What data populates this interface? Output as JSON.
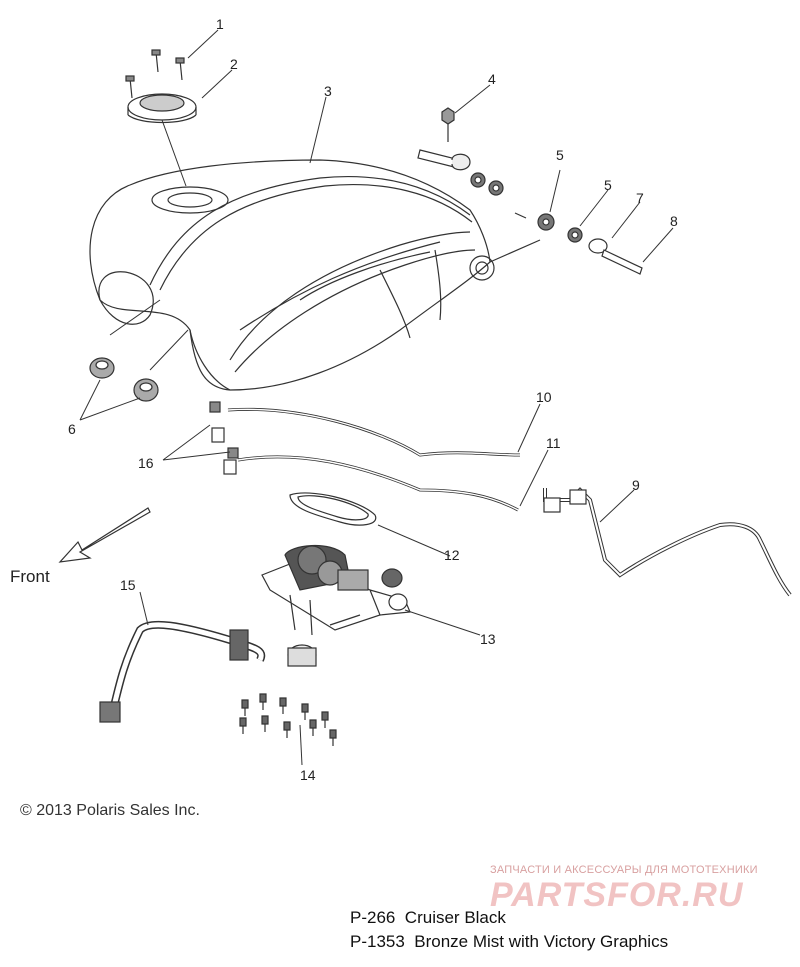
{
  "callouts": [
    {
      "label": "1"
    },
    {
      "label": "2"
    },
    {
      "label": "3"
    },
    {
      "label": "4"
    },
    {
      "label": "5"
    },
    {
      "label": "5"
    },
    {
      "label": "6"
    },
    {
      "label": "7"
    },
    {
      "label": "8"
    },
    {
      "label": "9"
    },
    {
      "label": "10"
    },
    {
      "label": "11"
    },
    {
      "label": "12"
    },
    {
      "label": "13"
    },
    {
      "label": "14"
    },
    {
      "label": "15"
    },
    {
      "label": "16"
    }
  ],
  "front_label": "Front",
  "copyright": "© 2013 Polaris Sales Inc.",
  "watermark": {
    "tagline": "ЗАПЧАСТИ И АКСЕССУАРЫ ДЛЯ МОТОТЕХНИКИ",
    "logo": "PARTSFOR.RU"
  },
  "footer": {
    "line1": "P-266  Cruiser Black",
    "line2": "P-1353  Bronze Mist with Victory Graphics"
  }
}
